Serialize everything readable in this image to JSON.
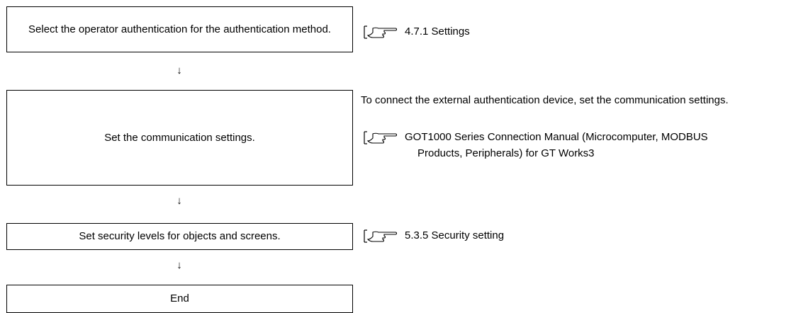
{
  "steps": [
    {
      "label": "Select the operator authentication for the authentication method."
    },
    {
      "label": "Set the communication settings."
    },
    {
      "label": "Set security levels for objects and screens."
    },
    {
      "label": "End"
    }
  ],
  "arrows": [
    "↓",
    "↓",
    "↓"
  ],
  "references": {
    "step1": {
      "icon": "reference-hand-icon",
      "text": "4.7.1 Settings"
    },
    "step2_note": "To connect the external authentication device, set the communication settings.",
    "step2": {
      "icon": "reference-hand-icon",
      "line1": "GOT1000 Series Connection Manual (Microcomputer, MODBUS",
      "line2": "Products, Peripherals) for GT Works3"
    },
    "step3": {
      "icon": "reference-hand-icon",
      "text": "5.3.5 Security setting"
    }
  },
  "colors": {
    "line": "#000000",
    "background": "#ffffff"
  }
}
